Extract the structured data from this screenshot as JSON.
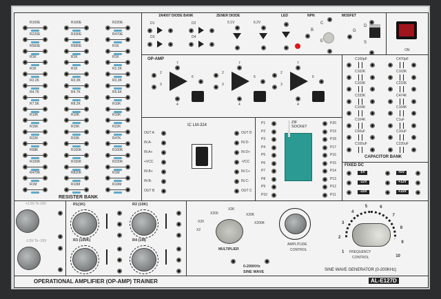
{
  "resistor_bank": {
    "title": "RESISTER BANK",
    "resistors": [
      "R100E",
      "R100E",
      "R220E",
      "R220E",
      "R330E",
      "R470E",
      "R560E",
      "R680E",
      "R1K",
      "R1K",
      "R1K",
      "R1K",
      "R1K",
      "R1K",
      "R2.2K",
      "R2.2K",
      "R3.3K",
      "R3.3K",
      "R4.7K",
      "R4.7K",
      "R5.6K",
      "R7.5K",
      "R8.2K",
      "R10K",
      "R10K",
      "R10K",
      "R10K",
      "R15K",
      "R15K",
      "R22K",
      "R22K",
      "R33K",
      "R47K",
      "R68K",
      "R100K",
      "R100K",
      "R100K",
      "R150K",
      "R220K",
      "R470K",
      "R820K",
      "R1M",
      "R1M",
      "R10M",
      "R10M"
    ]
  },
  "diode_bank": {
    "title": "1N4007 DIODE BANK",
    "diodes": [
      "D1",
      "D2",
      "D3",
      "D4"
    ]
  },
  "zener": {
    "title": "ZENER DIODE",
    "values": [
      "5.1V",
      "6.2V"
    ]
  },
  "led": {
    "title": "LED"
  },
  "npn": {
    "title": "NPN",
    "pins": [
      "B",
      "C",
      "E"
    ]
  },
  "mosfet": {
    "title": "MOSFET",
    "pins": [
      "G",
      "D",
      "S"
    ]
  },
  "power": {
    "label": "ON"
  },
  "opamp": {
    "title": "OP-AMP",
    "pins": {
      "inv": "2",
      "noninv": "3",
      "out": "6",
      "vplus": "7",
      "vminus": "4"
    }
  },
  "lm324": {
    "title": "IC LM-324",
    "left": [
      "OUT A",
      "IN A-",
      "IN A+",
      "+VCC",
      "IN B+",
      "IN B-",
      "OUT B"
    ],
    "right": [
      "OUT D",
      "IN D-",
      "IN D+",
      "-VCC",
      "IN C+",
      "IN C-",
      "OUT C"
    ]
  },
  "zif": {
    "title": "ZIF SOCKET",
    "left": [
      "P1",
      "P2",
      "P3",
      "P4",
      "P5",
      "P6",
      "P7",
      "P8",
      "P9",
      "P10"
    ],
    "right": [
      "P20",
      "P19",
      "P18",
      "P17",
      "P16",
      "P15",
      "P14",
      "P13",
      "P12",
      "P11"
    ]
  },
  "capacitor_bank": {
    "title": "CAPACITOR BANK",
    "capacitors": [
      "C100pF",
      "C470pF",
      "C102K",
      "C103K",
      "C103K",
      "C223K",
      "C333K",
      "C474K",
      "C104K",
      "C104K",
      "C104K",
      "C1uF",
      "C50uF",
      "C10uF",
      "C100uF",
      "C220uF"
    ]
  },
  "fixed_dc": {
    "title": "FIXED DC",
    "left": [
      "-5V",
      "-12V",
      "-15V"
    ],
    "right": [
      "+5V",
      "+12V",
      "+15V"
    ]
  },
  "variable_dc": {
    "labels": [
      "+1.5V To 15V",
      "-1.5V To -15V"
    ]
  },
  "pots": {
    "labels": [
      "R1(1K)",
      "R2 (10K)",
      "R3 (100K)",
      "R4 (1M)"
    ]
  },
  "sine": {
    "multiplier_label": "MULTIPLIER",
    "multiplier_options": [
      "X2",
      "X20",
      "X200",
      "X2K",
      "X20K",
      "X200K"
    ],
    "amplitude_label": [
      "AMPLITUDE",
      "CONTROL"
    ],
    "output_label": [
      "0-200KHz",
      "SINE WAVE"
    ],
    "frequency_label": [
      "FREQUENCY",
      "CONTROL"
    ],
    "scale": [
      "1",
      "2",
      "3",
      "4",
      "5",
      "6",
      "7",
      "8",
      "9",
      "10"
    ],
    "title": "SINE WAVE GENERATOR (0-200KHz)"
  },
  "footer": {
    "title": "OPERATIONAL AMPLIFIER (OP-AMP) TRAINER",
    "model": "AL-E127D"
  }
}
